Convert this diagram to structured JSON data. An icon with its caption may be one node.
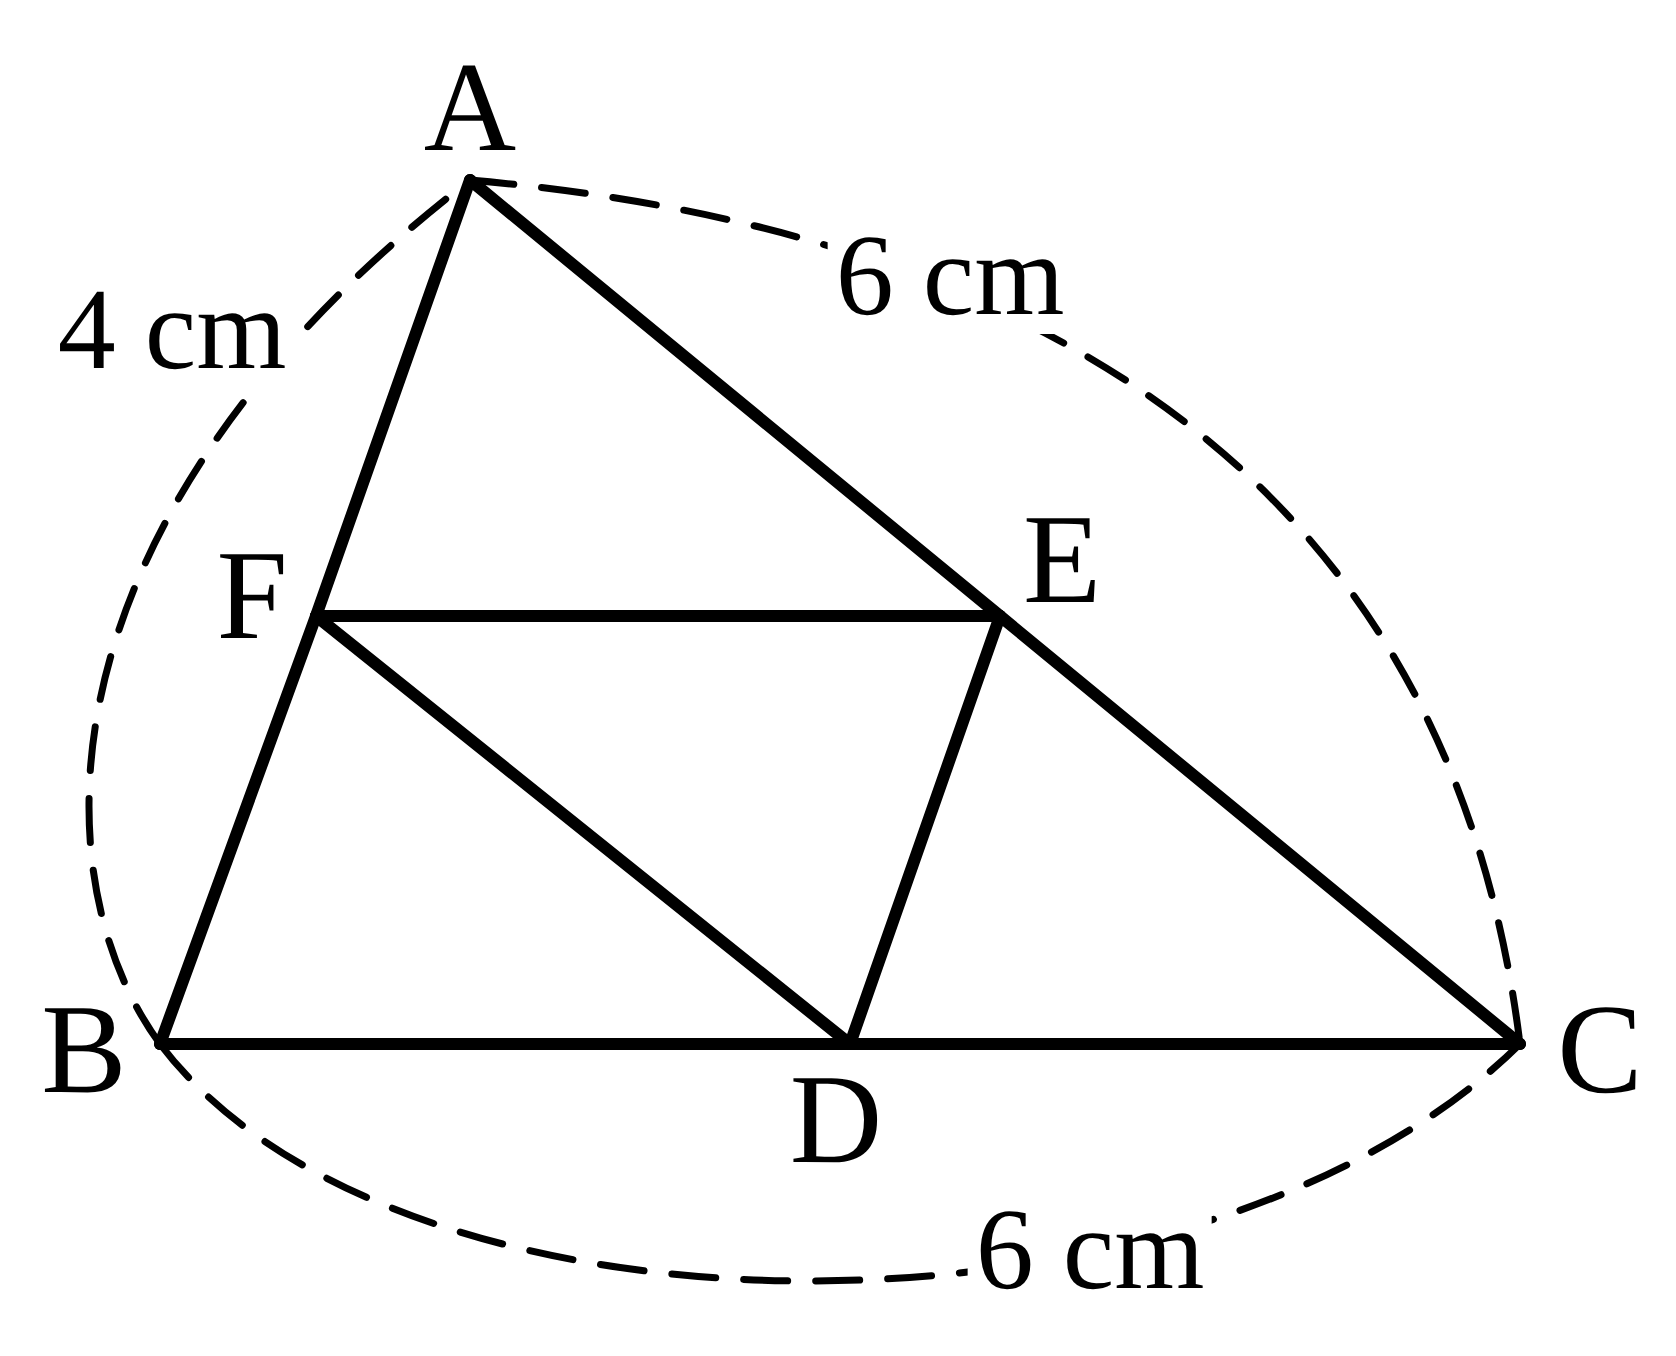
{
  "diagram": {
    "nodes": [
      {
        "text": [
          "A"
        ]
      },
      {
        "text": [
          "B"
        ]
      },
      {
        "text": [
          "C"
        ]
      },
      {
        "text": [
          "D"
        ]
      },
      {
        "text": [
          "E"
        ]
      },
      {
        "text": [
          "F"
        ]
      }
    ],
    "edges": [
      {
        "from": 0,
        "to": 5,
        "arrow": "none"
      },
      {
        "from": 5,
        "to": 1,
        "arrow": "none"
      },
      {
        "from": 0,
        "to": 4,
        "arrow": "none"
      },
      {
        "from": 4,
        "to": 2,
        "arrow": "none"
      },
      {
        "from": 1,
        "to": 3,
        "arrow": "none"
      },
      {
        "from": 3,
        "to": 2,
        "arrow": "none"
      },
      {
        "from": 5,
        "to": 4,
        "arrow": "none"
      },
      {
        "from": 5,
        "to": 3,
        "arrow": "none"
      },
      {
        "from": 4,
        "to": 3,
        "arrow": "none"
      }
    ],
    "labels": [
      "4 cm",
      "6 cm",
      "6 cm"
    ]
  }
}
